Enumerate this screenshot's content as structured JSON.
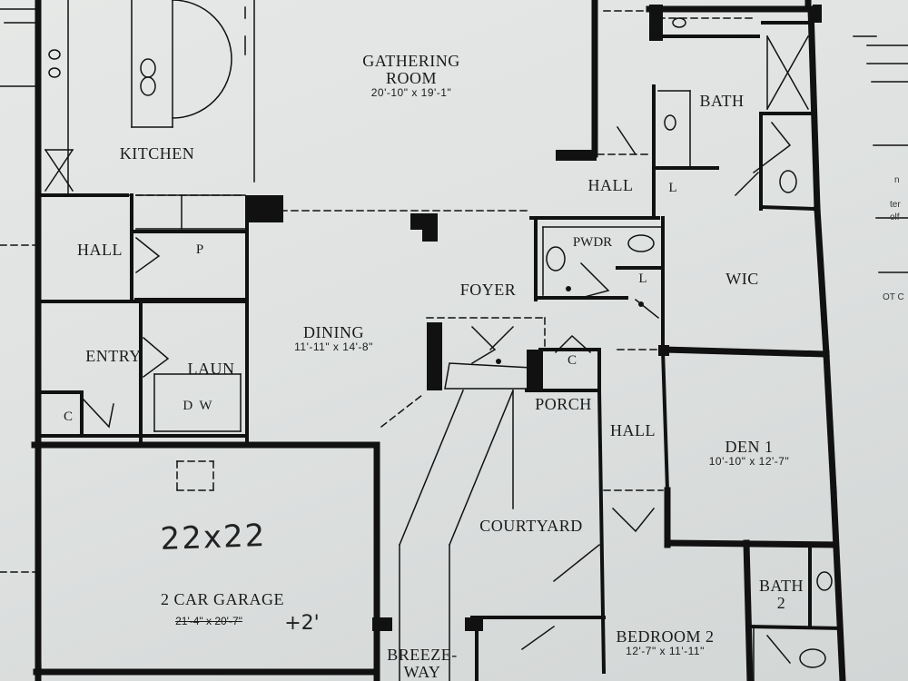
{
  "rooms": {
    "gathering": {
      "name_line1": "GATHERING",
      "name_line2": "ROOM",
      "dims": "20'-10\" x 19'-1\""
    },
    "kitchen": {
      "name": "KITCHEN"
    },
    "bath": {
      "name": "BATH"
    },
    "hall_top": {
      "name": "HALL"
    },
    "linen_top": {
      "name": "L"
    },
    "hall_left": {
      "name": "HALL"
    },
    "pantry": {
      "name": "P"
    },
    "pwdr": {
      "name": "PWDR"
    },
    "linen_mid": {
      "name": "L"
    },
    "wic": {
      "name": "WIC"
    },
    "foyer": {
      "name": "FOYER"
    },
    "dining": {
      "name": "DINING",
      "dims": "11'-11\" x 14'-8\""
    },
    "entry": {
      "name": "ENTRY"
    },
    "laun": {
      "name": "LAUN",
      "washer_dryer": "D  W"
    },
    "closet_foyer": {
      "name": "C"
    },
    "closet_entry": {
      "name": "C"
    },
    "porch": {
      "name": "PORCH"
    },
    "hall_mid": {
      "name": "HALL"
    },
    "den": {
      "name": "DEN 1",
      "dims": "10'-10\" x 12'-7\""
    },
    "courtyard": {
      "name": "COURTYARD"
    },
    "garage": {
      "name": "2 CAR GARAGE",
      "dims_struck": "21'-4\" x 20'-7\"",
      "handwritten_size": "22x22",
      "handwritten_add": "+2'"
    },
    "bath2": {
      "name_line1": "BATH",
      "name_line2": "2"
    },
    "bedroom2": {
      "name": "BEDROOM 2",
      "dims": "12'-7\" x 11'-11\""
    },
    "breezeway": {
      "name_line1": "BREEZE-",
      "name_line2": "WAY"
    }
  },
  "margin_text": [
    "n",
    "ter",
    "olf",
    "OT C"
  ]
}
